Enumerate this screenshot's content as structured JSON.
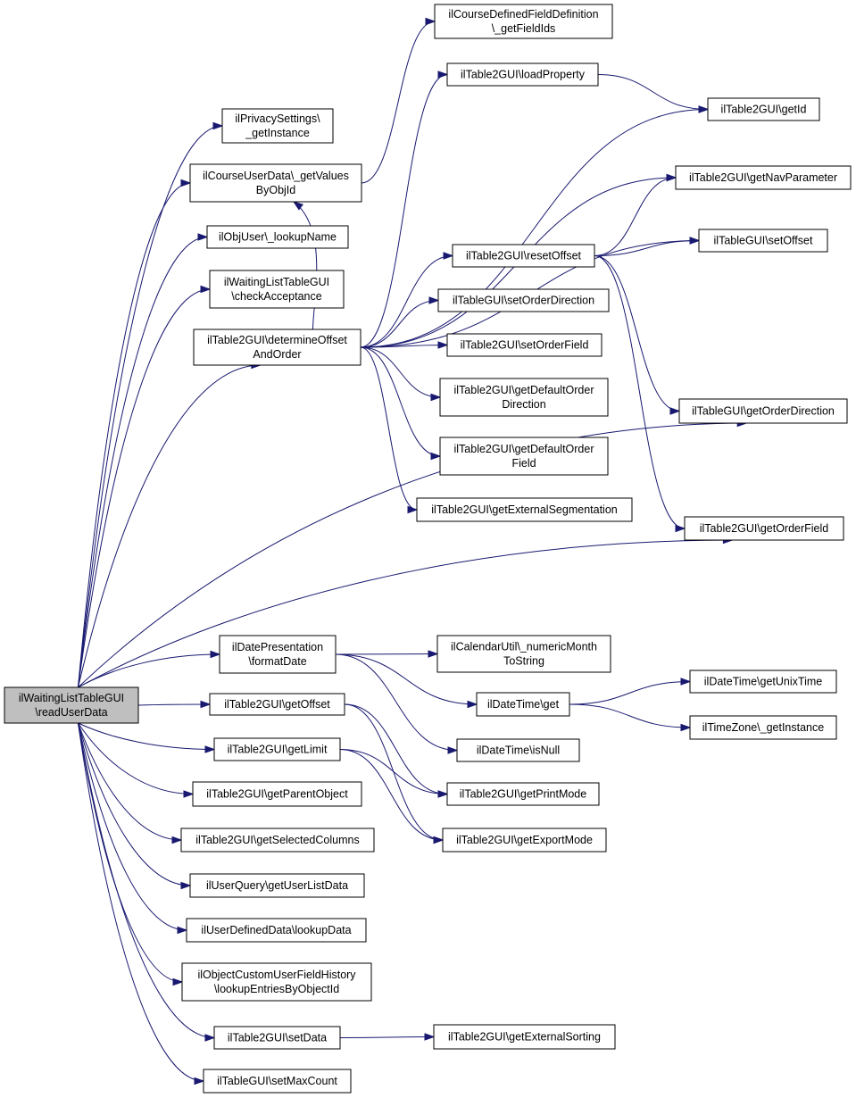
{
  "graph": {
    "colors": {
      "edge": "#191970",
      "root_fill": "#bfbfbf",
      "node_fill": "#ffffff",
      "border": "#000000"
    },
    "nodes": [
      {
        "id": "root",
        "lines": [
          "ilWaitingListTableGUI",
          "\\readUserData"
        ],
        "root": true
      },
      {
        "id": "privacy",
        "lines": [
          "ilPrivacySettings\\",
          "_getInstance"
        ]
      },
      {
        "id": "courseuserdata",
        "lines": [
          "ilCourseUserData\\_getValues",
          "ByObjId"
        ]
      },
      {
        "id": "lookupname",
        "lines": [
          "ilObjUser\\_lookupName"
        ]
      },
      {
        "id": "checkacceptance",
        "lines": [
          "ilWaitingListTableGUI",
          "\\checkAcceptance"
        ]
      },
      {
        "id": "determine",
        "lines": [
          "ilTable2GUI\\determineOffset",
          "AndOrder"
        ]
      },
      {
        "id": "coursedefined",
        "lines": [
          "ilCourseDefinedFieldDefinition",
          "\\_getFieldIds"
        ]
      },
      {
        "id": "loadproperty",
        "lines": [
          "ilTable2GUI\\loadProperty"
        ]
      },
      {
        "id": "getid",
        "lines": [
          "ilTable2GUI\\getId"
        ]
      },
      {
        "id": "getnavparam",
        "lines": [
          "ilTable2GUI\\getNavParameter"
        ]
      },
      {
        "id": "setoffset",
        "lines": [
          "ilTableGUI\\setOffset"
        ]
      },
      {
        "id": "resetoffset",
        "lines": [
          "ilTable2GUI\\resetOffset"
        ]
      },
      {
        "id": "setorderdirection",
        "lines": [
          "ilTableGUI\\setOrderDirection"
        ]
      },
      {
        "id": "setorderfield",
        "lines": [
          "ilTable2GUI\\setOrderField"
        ]
      },
      {
        "id": "getdefaultorderdirection",
        "lines": [
          "ilTable2GUI\\getDefaultOrder",
          "Direction"
        ]
      },
      {
        "id": "getdefaultorderfield",
        "lines": [
          "ilTable2GUI\\getDefaultOrder",
          "Field"
        ]
      },
      {
        "id": "getexternalsegmentation",
        "lines": [
          "ilTable2GUI\\getExternalSegmentation"
        ]
      },
      {
        "id": "getorderdirection",
        "lines": [
          "ilTableGUI\\getOrderDirection"
        ]
      },
      {
        "id": "getorderfield",
        "lines": [
          "ilTable2GUI\\getOrderField"
        ]
      },
      {
        "id": "formatdate",
        "lines": [
          "ilDatePresentation",
          "\\formatDate"
        ]
      },
      {
        "id": "numericmonth",
        "lines": [
          "ilCalendarUtil\\_numericMonth",
          "ToString"
        ]
      },
      {
        "id": "datetimeget",
        "lines": [
          "ilDateTime\\get"
        ]
      },
      {
        "id": "getunixtime",
        "lines": [
          "ilDateTime\\getUnixTime"
        ]
      },
      {
        "id": "timezone",
        "lines": [
          "ilTimeZone\\_getInstance"
        ]
      },
      {
        "id": "isnull",
        "lines": [
          "ilDateTime\\isNull"
        ]
      },
      {
        "id": "getoffset",
        "lines": [
          "ilTable2GUI\\getOffset"
        ]
      },
      {
        "id": "getlimit",
        "lines": [
          "ilTable2GUI\\getLimit"
        ]
      },
      {
        "id": "getprintmode",
        "lines": [
          "ilTable2GUI\\getPrintMode"
        ]
      },
      {
        "id": "getexportmode",
        "lines": [
          "ilTable2GUI\\getExportMode"
        ]
      },
      {
        "id": "getparentobject",
        "lines": [
          "ilTable2GUI\\getParentObject"
        ]
      },
      {
        "id": "getselectedcolumns",
        "lines": [
          "ilTable2GUI\\getSelectedColumns"
        ]
      },
      {
        "id": "getuserlistdata",
        "lines": [
          "ilUserQuery\\getUserListData"
        ]
      },
      {
        "id": "lookupdata",
        "lines": [
          "ilUserDefinedData\\lookupData"
        ]
      },
      {
        "id": "customuserfield",
        "lines": [
          "ilObjectCustomUserFieldHistory",
          "\\lookupEntriesByObjectId"
        ]
      },
      {
        "id": "setdata",
        "lines": [
          "ilTable2GUI\\setData"
        ]
      },
      {
        "id": "getexternalsorting",
        "lines": [
          "ilTable2GUI\\getExternalSorting"
        ]
      },
      {
        "id": "setmaxcount",
        "lines": [
          "ilTableGUI\\setMaxCount"
        ]
      }
    ],
    "edges": [
      [
        "root",
        "privacy"
      ],
      [
        "root",
        "courseuserdata"
      ],
      [
        "root",
        "lookupname"
      ],
      [
        "root",
        "checkacceptance"
      ],
      [
        "root",
        "determine"
      ],
      [
        "root",
        "getorderdirection"
      ],
      [
        "root",
        "getorderfield"
      ],
      [
        "root",
        "formatdate"
      ],
      [
        "root",
        "getoffset"
      ],
      [
        "root",
        "getlimit"
      ],
      [
        "root",
        "getparentobject"
      ],
      [
        "root",
        "getselectedcolumns"
      ],
      [
        "root",
        "getuserlistdata"
      ],
      [
        "root",
        "lookupdata"
      ],
      [
        "root",
        "customuserfield"
      ],
      [
        "root",
        "setdata"
      ],
      [
        "root",
        "setmaxcount"
      ],
      [
        "courseuserdata",
        "coursedefined"
      ],
      [
        "determine",
        "courseuserdata"
      ],
      [
        "determine",
        "loadproperty"
      ],
      [
        "determine",
        "getid"
      ],
      [
        "determine",
        "getnavparam"
      ],
      [
        "determine",
        "setoffset"
      ],
      [
        "determine",
        "resetoffset"
      ],
      [
        "determine",
        "setorderdirection"
      ],
      [
        "determine",
        "setorderfield"
      ],
      [
        "determine",
        "getdefaultorderdirection"
      ],
      [
        "determine",
        "getdefaultorderfield"
      ],
      [
        "determine",
        "getexternalsegmentation"
      ],
      [
        "loadproperty",
        "getid"
      ],
      [
        "resetoffset",
        "getnavparam"
      ],
      [
        "resetoffset",
        "setoffset"
      ],
      [
        "resetoffset",
        "getorderdirection"
      ],
      [
        "resetoffset",
        "getorderfield"
      ],
      [
        "formatdate",
        "numericmonth"
      ],
      [
        "formatdate",
        "datetimeget"
      ],
      [
        "formatdate",
        "isnull"
      ],
      [
        "datetimeget",
        "getunixtime"
      ],
      [
        "datetimeget",
        "timezone"
      ],
      [
        "getoffset",
        "getprintmode"
      ],
      [
        "getoffset",
        "getexportmode"
      ],
      [
        "getlimit",
        "getprintmode"
      ],
      [
        "getlimit",
        "getexportmode"
      ],
      [
        "setdata",
        "getexternalsorting"
      ]
    ]
  }
}
